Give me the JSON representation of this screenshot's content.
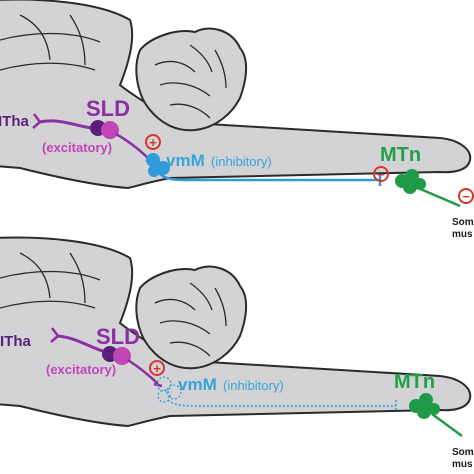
{
  "colors": {
    "brain_fill": "#d3d3d6",
    "brain_stroke": "#2a2a2a",
    "purple": "#8b2fa3",
    "purple_dark": "#5a1f7a",
    "magenta": "#c245b8",
    "blue": "#2f9bd8",
    "blue_text": "#35a3dc",
    "green": "#1f9a46",
    "green_text": "#20a04a",
    "red": "#d9342b"
  },
  "panels": [
    {
      "id": "top",
      "labels": {
        "itha": "ITha",
        "sld": "SLD",
        "excitatory": "(excitatory)",
        "vmm": "vmM",
        "inhibitory": "(inhibitory)",
        "mtn": "MTn",
        "somatic_line1": "Soma",
        "somatic_line2": "mus",
        "plus": "+",
        "minus": "−"
      },
      "vmm_pathway": "active"
    },
    {
      "id": "bottom",
      "labels": {
        "itha": "ITha",
        "sld": "SLD",
        "excitatory": "(excitatory)",
        "vmm": "vmM",
        "inhibitory": "(inhibitory)",
        "mtn": "MTn",
        "somatic_line1": "Soma",
        "somatic_line2": "mus",
        "plus": "+"
      },
      "vmm_pathway": "inactive"
    }
  ]
}
